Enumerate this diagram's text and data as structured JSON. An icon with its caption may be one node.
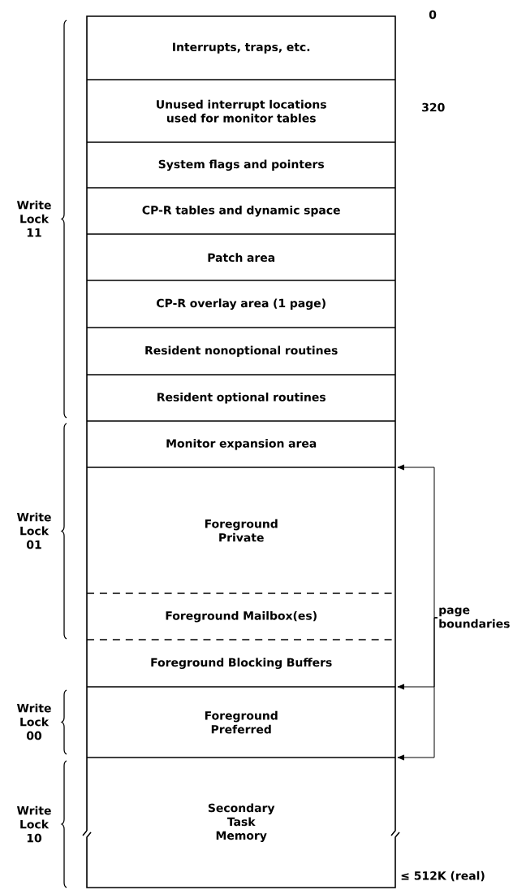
{
  "diagram": {
    "nodes": [
      {
        "text": [
          "Interrupts, traps, etc."
        ]
      },
      {
        "text": [
          "Unused interrupt locations used for monitor tables"
        ]
      },
      {
        "text": [
          "System flags and pointers"
        ]
      },
      {
        "text": [
          "CP-R tables and dynamic space"
        ]
      },
      {
        "text": [
          "Patch area"
        ]
      },
      {
        "text": [
          "CP-R overlay area (1 page)"
        ]
      },
      {
        "text": [
          "Resident nonoptional routines"
        ]
      },
      {
        "text": [
          "Resident optional routines"
        ]
      },
      {
        "text": [
          "Monitor expansion area"
        ]
      },
      {
        "text": [
          "Foreground Private"
        ]
      },
      {
        "text": [
          "Foreground Mailbox(es)"
        ]
      },
      {
        "text": [
          "Foreground Blocking Buffers"
        ]
      },
      {
        "text": [
          "Foreground Preferred"
        ]
      },
      {
        "text": [
          "Secondary Task Memory"
        ]
      },
      {
        "text": [
          "page boundaries"
        ]
      }
    ],
    "edges": [
      {
        "from": 14,
        "to": null,
        "arrow": "to"
      },
      {
        "from": 14,
        "to": null,
        "arrow": "to"
      },
      {
        "from": 14,
        "to": null,
        "arrow": "to"
      }
    ],
    "labels": [
      "0",
      "Write Lock 11",
      "320",
      "Write Lock 01",
      "Write Lock 00",
      "Write Lock 10",
      "≤ 512K (real)"
    ]
  }
}
